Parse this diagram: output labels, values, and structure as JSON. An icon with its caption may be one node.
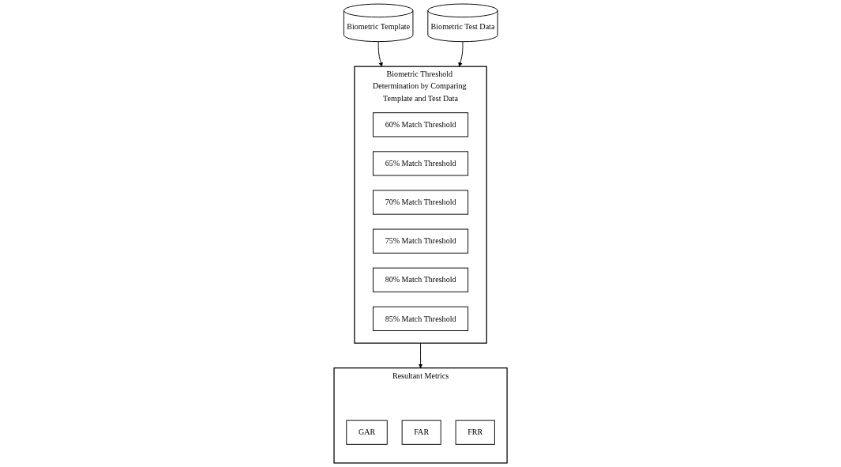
{
  "diagram": {
    "nodes": [
      {
        "text": [
          "Biometric Template"
        ]
      },
      {
        "text": [
          "Biometric Threshold Determination by Comparing Template and Test Data"
        ]
      },
      {
        "text": [
          "60% Match Threshold"
        ],
        "in": 1
      },
      {
        "text": [
          "65% Match Threshold"
        ],
        "in": 1
      },
      {
        "text": [
          "70% Match Threshold"
        ],
        "in": 1
      },
      {
        "text": [
          "75% Match Threshold"
        ],
        "in": 1
      },
      {
        "text": [
          "80% Match Threshold"
        ],
        "in": 1
      },
      {
        "text": [
          "85% Match Threshold"
        ],
        "in": 1
      },
      {
        "text": [
          "Biometric Test Data"
        ]
      },
      {
        "text": [
          "Resultant Metrics"
        ]
      },
      {
        "text": [
          "GAR"
        ],
        "in": 9
      },
      {
        "text": [
          "FAR"
        ],
        "in": 9
      },
      {
        "text": [
          "FRR"
        ],
        "in": 9
      }
    ],
    "edges": [
      {
        "from": 0,
        "to": 1,
        "arrow": "to"
      },
      {
        "from": 8,
        "to": 1,
        "arrow": "to"
      },
      {
        "from": 1,
        "to": 9,
        "arrow": "to"
      }
    ]
  }
}
